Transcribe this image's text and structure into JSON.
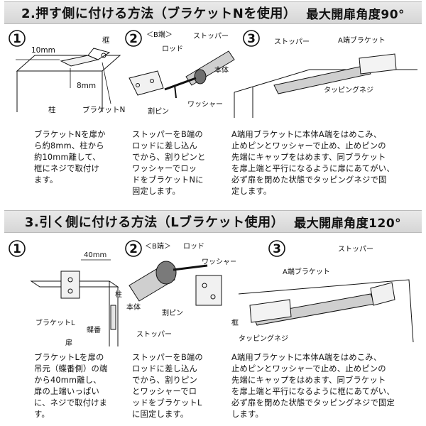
{
  "section2": {
    "title": "2.押す側に付ける方法（ブラケットNを使用）",
    "angle": "最大開扉角度90°",
    "steps": [
      {
        "number": "1",
        "labels": {
          "frame": "框",
          "dim10": "10mm",
          "dim8": "8mm",
          "pillar": "柱",
          "bracket": "ブラケットN"
        },
        "text": [
          "ブラケットNを扉か",
          "ら約8mm、柱から",
          "約10mm離して、",
          "框にネジで取付け",
          "ます。"
        ]
      },
      {
        "number": "2",
        "labels": {
          "b_end": "＜B端＞",
          "stopper": "ストッパー",
          "rod": "ロッド",
          "body": "本体",
          "split_pin": "割ピン",
          "washer": "ワッシャー"
        },
        "text": [
          "ストッパーをB端の",
          "ロッドに差し込ん",
          "でから、割りピンと",
          "ワッシャーでロッ",
          "ドをブラケットNに",
          "固定します。"
        ]
      },
      {
        "number": "3",
        "labels": {
          "stopper": "ストッパー",
          "a_bracket": "A端ブラケット",
          "tapping_screw": "タッピングネジ"
        },
        "text": [
          "A端用ブラケットに本体A端をはめこみ、",
          "止めピンとワッシャーで止め、止めピンの",
          "先端にキャップをはめます、同ブラケット",
          "を扉上端と平行になるように扉にあてがい、",
          "必ず扉を閉めた状態でタッピングネジで固",
          "定します。"
        ]
      }
    ]
  },
  "section3": {
    "title": "3.引く側に付ける方法（Lブラケット使用）",
    "angle": "最大開扉角度120°",
    "steps": [
      {
        "number": "1",
        "labels": {
          "dim40": "40mm",
          "pillar": "柱",
          "bracket": "ブラケットL",
          "hinge": "蝶番",
          "door": "扉"
        },
        "text": [
          "ブラケットLを扉の",
          "吊元（蝶番側）の端",
          "から40mm離し、",
          "扉の上端いっぱい",
          "に、ネジで取付けま",
          "す。"
        ]
      },
      {
        "number": "2",
        "labels": {
          "b_end": "＜B端＞",
          "rod": "ロッド",
          "washer": "ワッシャー",
          "body": "本体",
          "split_pin": "割ピン",
          "stopper": "ストッパー"
        },
        "text": [
          "ストッパーをB端の",
          "ロッドに差し込ん",
          "でから、割りピン",
          "とワッシャーでロ",
          "ッドをブラケットL",
          "に固定します。"
        ]
      },
      {
        "number": "3",
        "labels": {
          "stopper": "ストッパー",
          "a_bracket": "A端ブラケット",
          "frame": "框",
          "tapping_screw": "タッピングネジ"
        },
        "text": [
          "A端用ブラケットに本体A端をはめこみ、",
          "止めピンとワッシャーで止め、止めピンの",
          "先端にキャップをはめます、同ブラケット",
          "を扉上端と平行になるように框にあてがい、",
          "必ず扉を閉めた状態でタッピングネジで固定",
          "します。"
        ]
      }
    ]
  }
}
